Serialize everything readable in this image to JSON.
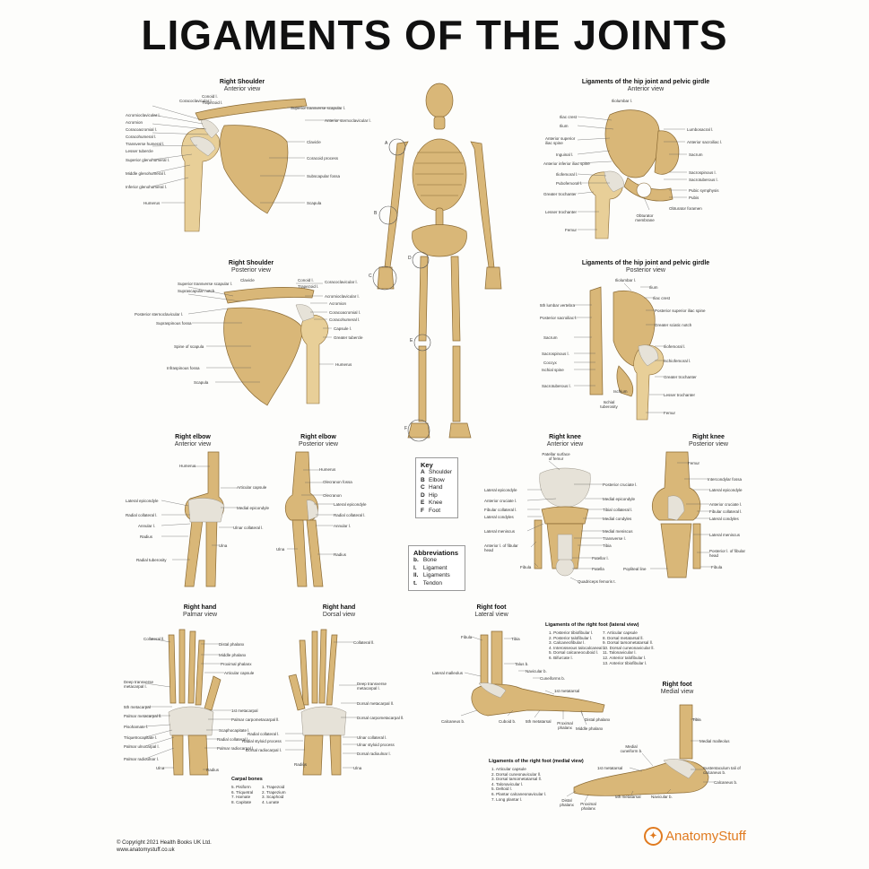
{
  "title": "LIGAMENTS OF THE JOINTS",
  "shoulder_anterior": {
    "title": "Right Shoulder",
    "subtitle": "Anterior view",
    "labels": [
      "Coracoclavicular l.",
      "Conoid l.",
      "Trapezoid l.",
      "Acromioclavicular l.",
      "Acromion",
      "Coracoacromial l.",
      "Coracohumeral l.",
      "Transverse humeral l.",
      "Lesser tubercle",
      "Superior glenohumeral l.",
      "Middle glenohumeral l.",
      "Inferior glenohumeral l.",
      "Humerus",
      "Superior transverse scapular l.",
      "Anterior sternoclavicular l.",
      "Clavicle",
      "Coracoid process",
      "Subscapular fossa",
      "Scapula"
    ]
  },
  "shoulder_posterior": {
    "title": "Right Shoulder",
    "subtitle": "Posterior view",
    "labels": [
      "Superior transverse scapular l.",
      "Suprascapular notch",
      "Clavicle",
      "Posterior sternoclavicular l.",
      "Supraspinous fossa",
      "Spine of scapula",
      "Infraspinous fossa",
      "Scapula",
      "Conoid l.",
      "Trapezoid l.",
      "Coracoclavicular l.",
      "Acromioclavicular l.",
      "Acromion",
      "Coracoacromial l.",
      "Coracohumeral l.",
      "Capsule l.",
      "Greater tubercle",
      "Humerus"
    ]
  },
  "hip_anterior": {
    "title": "Ligaments of the hip joint and pelvic girdle",
    "subtitle": "Anterior view",
    "labels": [
      "Iliolumbar l.",
      "Iliac crest",
      "Ilium",
      "Anterior superior iliac spine",
      "Inguinal l.",
      "Anterior inferior iliac spine",
      "Iliofemoral l.",
      "Pubofemoral l.",
      "Greater trochanter",
      "Lesser trochanter",
      "Femur",
      "Lumbosacral l.",
      "Anterior sacroiliac l.",
      "Sacrum",
      "Sacrospinous l.",
      "Sacrotuberous l.",
      "Pubic symphysis",
      "Pubis",
      "Obturator foramen",
      "Obturator membrane"
    ]
  },
  "hip_posterior": {
    "title": "Ligaments of the hip joint and pelvic girdle",
    "subtitle": "Posterior view",
    "labels": [
      "Iliolumbar l.",
      "Ilium",
      "Iliac crest",
      "5th lumbar vertebra",
      "Posterior superior iliac spine",
      "Posterior sacroiliac l.",
      "Greater sciatic notch",
      "Sacrum",
      "Sacrospinous l.",
      "Coccyx",
      "Ischial spine",
      "Sacrotuberous l.",
      "Ischium",
      "Ischial tuberosity",
      "Iliofemoral l.",
      "Ischiofemoral l.",
      "Greater trochanter",
      "Lesser trochanter",
      "Femur"
    ]
  },
  "elbow_anterior": {
    "title": "Right elbow",
    "subtitle": "Anterior view",
    "labels": [
      "Humerus",
      "Articular capsule",
      "Lateral epicondyle",
      "Medial epicondyle",
      "Radial collateral l.",
      "Annular l.",
      "Ulnar collateral l.",
      "Radius",
      "Ulna",
      "Radial tuberosity"
    ]
  },
  "elbow_posterior": {
    "title": "Right elbow",
    "subtitle": "Posterior view",
    "labels": [
      "Humerus",
      "Olecranon fossa",
      "Olecranon",
      "Lateral epicondyle",
      "Radial collateral l.",
      "Annular l.",
      "Ulna",
      "Radius"
    ]
  },
  "knee_anterior": {
    "title": "Right knee",
    "subtitle": "Anterior view",
    "labels": [
      "Patellar surface of femur",
      "Lateral epicondyle",
      "Anterior cruciate l.",
      "Fibular collateral l.",
      "Lateral condyles",
      "Lateral meniscus",
      "Anterior l. of fibular head",
      "Fibula",
      "Posterior cruciate l.",
      "Medial epicondyle",
      "Tibial collateral l.",
      "Medial condyles",
      "Medial meniscus",
      "Transverse l.",
      "Tibia",
      "Patellar l.",
      "Patella",
      "Quadriceps femoris t."
    ]
  },
  "knee_posterior": {
    "title": "Right knee",
    "subtitle": "Posterior view",
    "labels": [
      "Femur",
      "Intercondylar fossa",
      "Lateral epicondyle",
      "Anterior cruciate l.",
      "Fibular collateral l.",
      "Lateral condyles",
      "Lateral meniscus",
      "Posterior l. of fibular head",
      "Popliteal line",
      "Fibula"
    ]
  },
  "hand_palmar": {
    "title": "Right hand",
    "subtitle": "Palmar view",
    "labels": [
      "Collateral ll.",
      "Distal phalanx",
      "Middle phalanx",
      "Proximal phalanx",
      "Articular capsule",
      "Deep transverse metacarpal l.",
      "5th metacarpal",
      "Palmar metacarpal ll.",
      "Pisohamate l.",
      "Triquetrocapitate l.",
      "Palmar ulnocarpal l.",
      "Palmar radioulnar l.",
      "1st metacarpal",
      "Palmar carpometacarpal ll.",
      "Scaphocapitate l.",
      "Radial collateral l.",
      "Palmar radiocarpal l.",
      "Ulna",
      "Radius"
    ]
  },
  "hand_dorsal": {
    "title": "Right hand",
    "subtitle": "Dorsal view",
    "labels": [
      "Collateral ll.",
      "Deep transverse metacarpal l.",
      "Dorsal metacarpal ll.",
      "Dorsal carpometacarpal ll.",
      "Radial collateral l.",
      "Radial styloid process",
      "Dorsal radiocarpal l.",
      "Radius",
      "Ulnar collateral l.",
      "Ulnar styloid process",
      "Dorsal radioulnar l.",
      "Ulna"
    ]
  },
  "carpal_bones": {
    "title": "Carpal bones",
    "items": [
      "1. Trapezoid",
      "2. Trapezium",
      "3. Scaphoid",
      "4. Lunate",
      "5. Pisiform",
      "6. Triquetral",
      "7. Hamate",
      "8. Capitate"
    ]
  },
  "foot_lateral": {
    "title": "Right foot",
    "subtitle": "Lateral view",
    "labels": [
      "Fibula",
      "Tibia",
      "Talus b.",
      "Navicular b.",
      "Cuneiforms b.",
      "Lateral malleolus",
      "Calcaneus b.",
      "Cuboid b.",
      "5th metatarsal",
      "1st metatarsal",
      "Proximal phalanx",
      "Middle phalanx",
      "Distal phalanx"
    ],
    "list_title": "Ligaments of the right foot (lateral view)",
    "list": [
      "1. Posterior tibiofibular l.",
      "2. Posterior talofibular l.",
      "3. Calcaneofibular l.",
      "4. Interosseous talocalcaneal l.",
      "5. Dorsal calcaneocuboid l.",
      "6. Bifurcate l.",
      "7. Articular capsule",
      "8. Dorsal metatarsal ll.",
      "9. Dorsal tarsometatarsal ll.",
      "10. Dorsal cuneonavicular ll.",
      "11. Talonavicular l.",
      "12. Anterior talofibular l.",
      "13. Anterior tibiofibular l."
    ]
  },
  "foot_medial": {
    "title": "Right foot",
    "subtitle": "Medial view",
    "labels": [
      "Tibia",
      "Medial malleolus",
      "Medial cuneiform b.",
      "1st metatarsal",
      "Sustentaculum tali of calcaneus b.",
      "Calcaneus b.",
      "Navicular b.",
      "5th metatarsal",
      "Distal phalanx",
      "Proximal phalanx"
    ],
    "list_title": "Ligaments of the right foot (medial view)",
    "list": [
      "1. Articular capsule",
      "2. Dorsal cuneonavicular ll.",
      "3. Dorsal tarsometatarsal ll.",
      "4. Talonavicular l.",
      "5. Deltoid l.",
      "6. Plantar calcaneonavicular l.",
      "7. Long plantar l."
    ]
  },
  "key": {
    "title": "Key",
    "items": [
      {
        "letter": "A",
        "text": "Shoulder"
      },
      {
        "letter": "B",
        "text": "Elbow"
      },
      {
        "letter": "C",
        "text": "Hand"
      },
      {
        "letter": "D",
        "text": "Hip"
      },
      {
        "letter": "E",
        "text": "Knee"
      },
      {
        "letter": "F",
        "text": "Foot"
      }
    ]
  },
  "abbreviations": {
    "title": "Abbreviations",
    "items": [
      {
        "abbr": "b.",
        "text": "Bone"
      },
      {
        "abbr": "l.",
        "text": "Ligament"
      },
      {
        "abbr": "ll.",
        "text": "Ligaments"
      },
      {
        "abbr": "t.",
        "text": "Tendon"
      }
    ]
  },
  "skeleton_markers": [
    "A",
    "B",
    "C",
    "D",
    "E",
    "F"
  ],
  "footer": {
    "copyright": "© Copyright 2021 Health Books UK Ltd.",
    "website": "www.anatomystuff.co.uk",
    "brand": "AnatomyStuff"
  },
  "colors": {
    "bone": "#d9b778",
    "ligament": "#e6e2d8",
    "brand": "#e07a1f"
  }
}
